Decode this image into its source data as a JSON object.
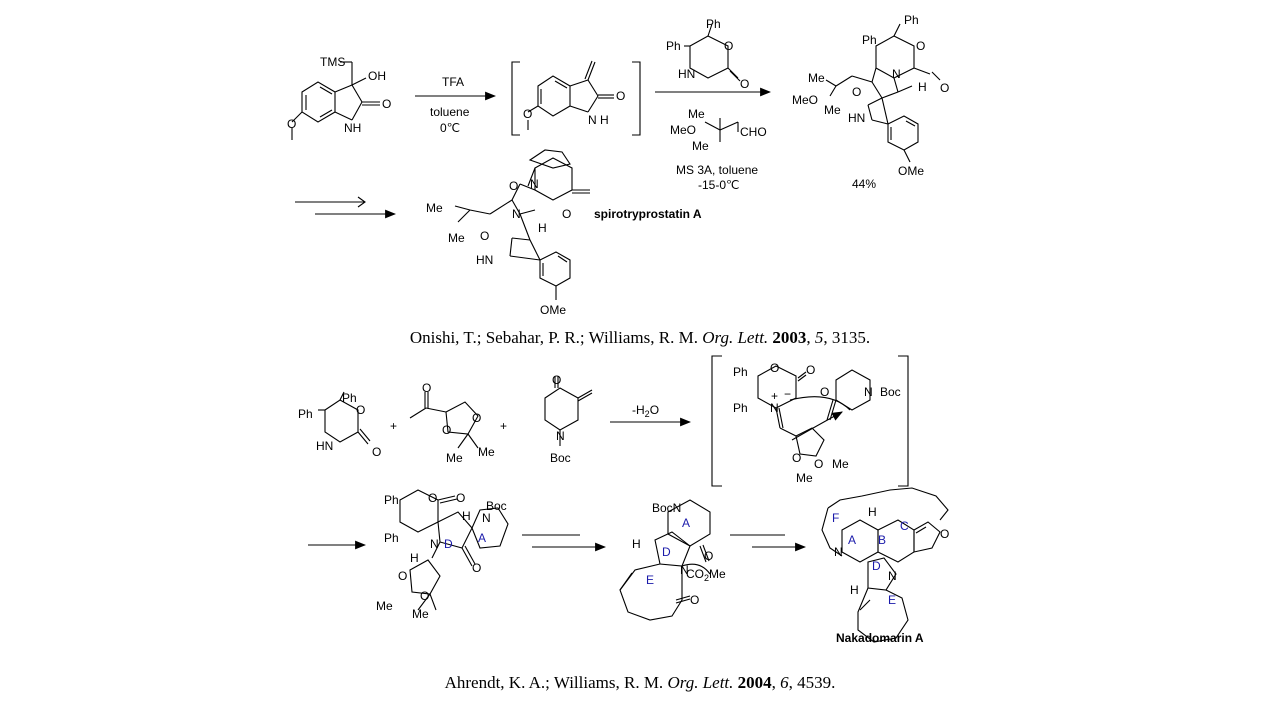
{
  "scheme1": {
    "sm": {
      "tms": "TMS",
      "oh": "OH",
      "o": "O",
      "nh": "NH",
      "ome": "O"
    },
    "step1": {
      "reagent": "TFA",
      "solvent": "toluene",
      "temp": "0℃"
    },
    "int1": {
      "o": "O",
      "nh": "N",
      "h": "H",
      "ome": "O"
    },
    "step2": {
      "aux": {
        "ph1": "Ph",
        "ph2": "Ph",
        "o": "O",
        "hn": "HN",
        "co": "O"
      },
      "aldehyde": {
        "me1": "Me",
        "meo": "MeO",
        "me2": "Me",
        "cho": "CHO"
      },
      "cond1": "MS 3A, toluene",
      "cond2": "-15-0℃"
    },
    "product": {
      "ph1": "Ph",
      "ph2": "Ph",
      "o": "O",
      "co": "O",
      "n": "N",
      "h": "H",
      "me1": "Me",
      "meo": "MeO",
      "me2": "Me",
      "o2": "O",
      "hn": "HN",
      "ome": "OMe",
      "yield": "44%"
    },
    "final": {
      "o1": "O",
      "n1": "N",
      "n2": "N",
      "o2": "O",
      "me1": "Me",
      "me2": "Me",
      "h": "H",
      "o3": "O",
      "hn": "HN",
      "ome": "OMe",
      "name": "spirotryprostatin A"
    },
    "ref": {
      "authors": "Onishi, T.; Sebahar, P. R.; Williams, R. M.",
      "journal": "Org. Lett.",
      "year": "2003",
      "vol": "5",
      "pages": ", 3135."
    }
  },
  "scheme2": {
    "r1": {
      "ph1": "Ph",
      "ph2": "Ph",
      "o": "O",
      "hn": "HN",
      "co": "O"
    },
    "plus1": "+",
    "r2": {
      "o": "O",
      "o1": "O",
      "o2": "O",
      "me1": "Me",
      "me2": "Me"
    },
    "plus2": "+",
    "r3": {
      "o": "O",
      "n": "N",
      "boc": "Boc"
    },
    "cond": "-H",
    "cond_sub": "2",
    "cond_tail": "O",
    "ts": {
      "ph1": "Ph",
      "ph2": "Ph",
      "o": "O",
      "co": "O",
      "n": "N",
      "plus": "+",
      "minus": "−",
      "ok": "O",
      "nboc": "N",
      "boc": "Boc",
      "o1": "O",
      "o2": "O",
      "me1": "Me",
      "me2": "Me"
    },
    "p1": {
      "ph1": "Ph",
      "ph2": "Ph",
      "o": "O",
      "co": "O",
      "n": "N",
      "h1": "H",
      "h2": "H",
      "nb": "N",
      "boc": "Boc",
      "ok": "O",
      "o1": "O",
      "o2": "O",
      "me1": "Me",
      "me2": "Me",
      "ring_d": "D",
      "ring_a": "A"
    },
    "p2": {
      "bocn": "BocN",
      "ring_a": "A",
      "ring_d": "D",
      "ring_e": "E",
      "h": "H",
      "n": "N",
      "o1": "O",
      "ester": "CO",
      "ester_sub": "2",
      "ester_tail": "Me",
      "o2": "O"
    },
    "p3": {
      "ring_f": "F",
      "ring_a": "A",
      "ring_b": "B",
      "ring_c": "C",
      "ring_d": "D",
      "ring_e": "E",
      "h1": "H",
      "h2": "H",
      "n1": "N",
      "n2": "N",
      "o": "O",
      "name": "Nakadomarin A"
    },
    "ref": {
      "authors": "Ahrendt, K. A.; Williams, R. M.",
      "journal": "Org. Lett.",
      "year": "2004",
      "vol": "6",
      "pages": ", 4539."
    }
  }
}
